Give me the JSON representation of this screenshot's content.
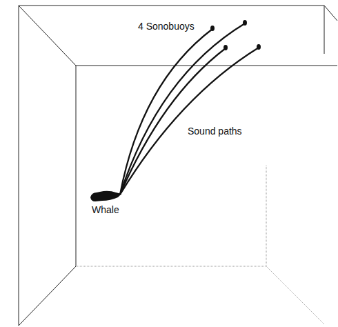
{
  "diagram": {
    "labels": [
      "4 Sonobuoys",
      "Sound paths",
      "Whale"
    ]
  }
}
